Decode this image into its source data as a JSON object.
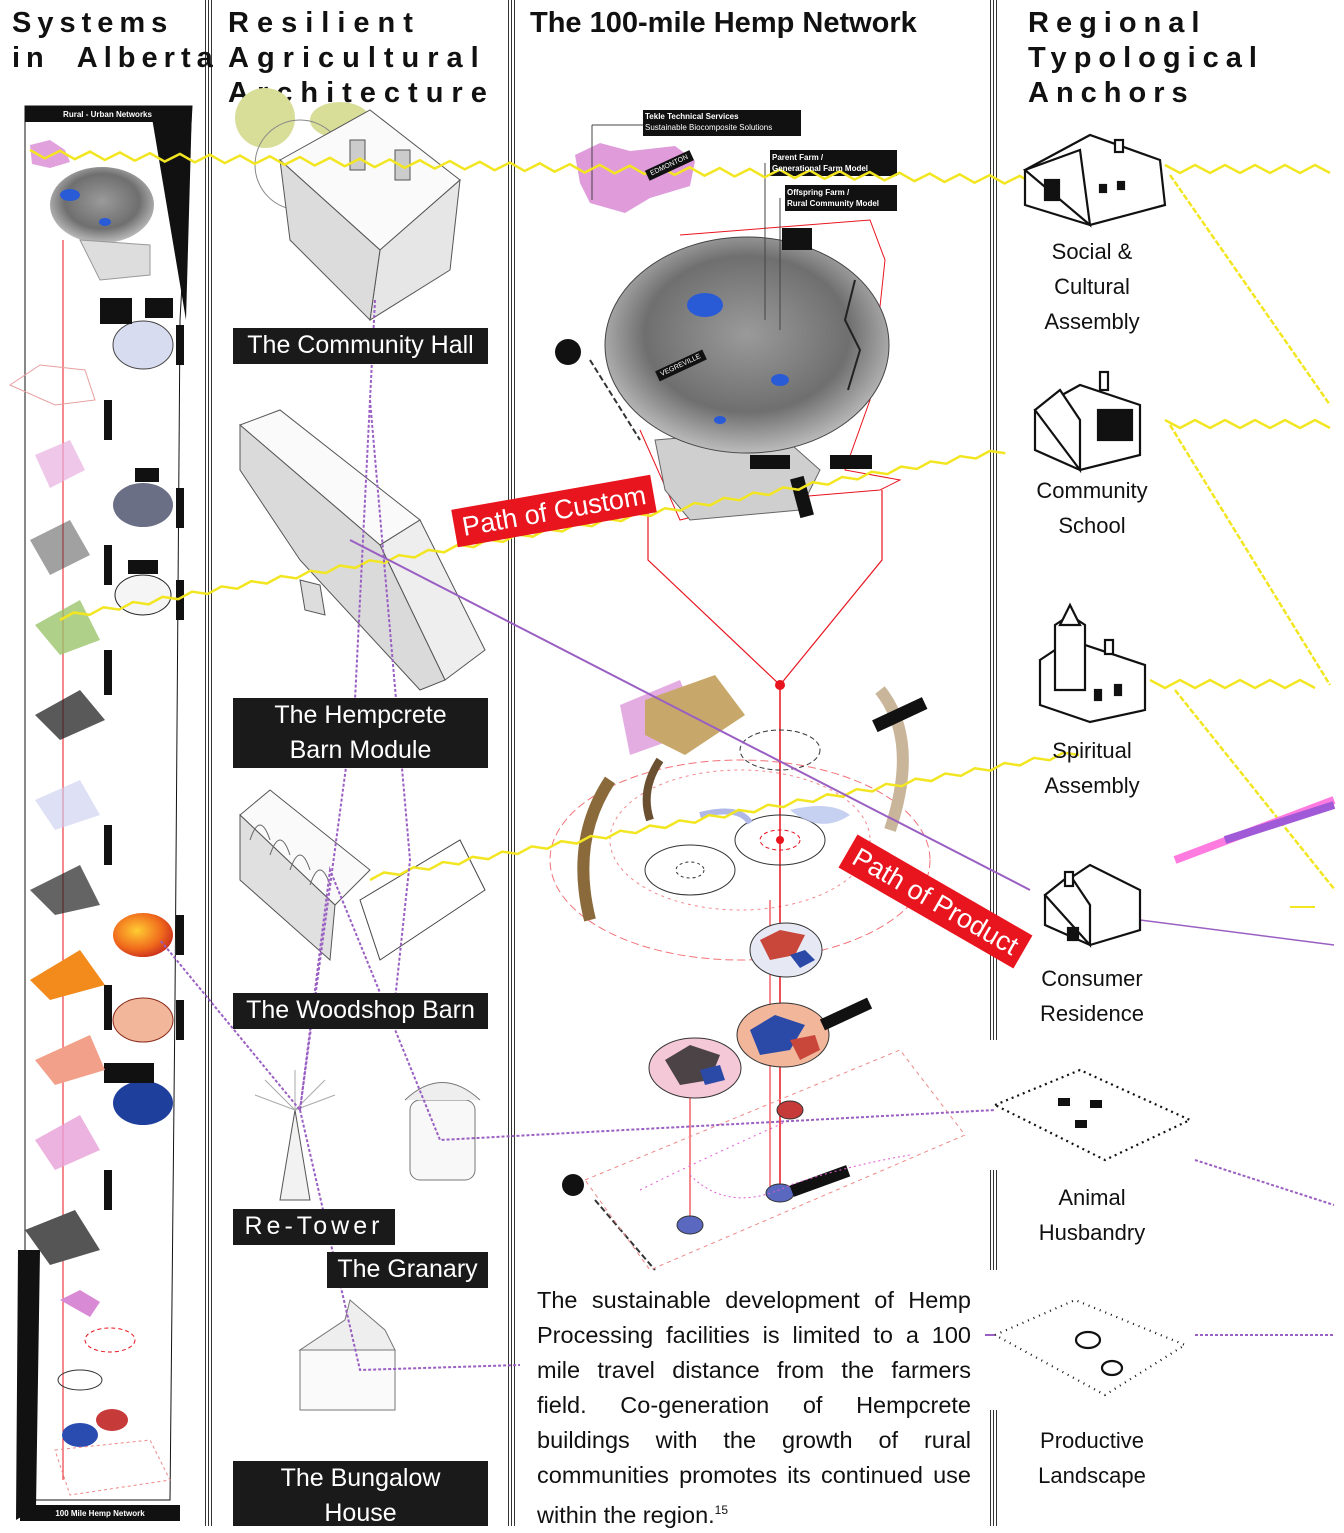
{
  "columns": {
    "col1_title": "Systems\nin  Alberta",
    "col2_title": "Resilient\nAgricultural\nArchitecture",
    "col3_title": "The 100-mile Hemp Network",
    "col4_title": "Regional\nTypological\nAnchors"
  },
  "col1": {
    "top_banner": "Rural - Urban Networks",
    "bottom_banner": "100 Mile Hemp Network"
  },
  "architecture": {
    "community_hall": "The Community Hall",
    "hempcrete_barn_line1": "The Hempcrete",
    "hempcrete_barn_line2": "Barn Module",
    "woodshop_barn": "The Woodshop Barn",
    "re_tower": "Re-Tower",
    "granary": "The Granary",
    "bungalow_line1": "The Bungalow",
    "bungalow_line2": "House"
  },
  "network": {
    "tekle_line1": "Tekle Technical Services",
    "tekle_line2": "Sustainable Biocomposite Solutions",
    "parent_farm_line1": "Parent Farm /",
    "parent_farm_line2": "Generational Farm Model",
    "offspring_farm_line1": "Offspring Farm /",
    "offspring_farm_line2": "Rural Community Model",
    "edmonton": "EDMONTON",
    "vegreville": "VEGREVILLE",
    "path_of_custom": "Path of Custom",
    "path_of_product": "Path of Product"
  },
  "description": {
    "text": "The sustainable development of Hemp Processing facilities is limited to a 100 mile travel distance from the farmers field. Co-generation of Hempcrete buildings with the growth of rural communities promotes its continued use within the region.",
    "footnote": "15"
  },
  "anchors": {
    "social_line1": "Social &",
    "social_line2": "Cultural",
    "social_line3": "Assembly",
    "school_line1": "Community",
    "school_line2": "School",
    "spiritual_line1": "Spiritual",
    "spiritual_line2": "Assembly",
    "residence_line1": "Consumer",
    "residence_line2": "Residence",
    "animal_line1": "Animal",
    "animal_line2": "Husbandry",
    "productive_line1": "Productive",
    "productive_line2": "Landscape"
  },
  "colors": {
    "network_yellow": "#f2e622",
    "path_purple": "#9a5fc2",
    "path_red": "#e8141e",
    "label_dark": "#1a1a1a",
    "map_pink": "#d98ad4"
  }
}
